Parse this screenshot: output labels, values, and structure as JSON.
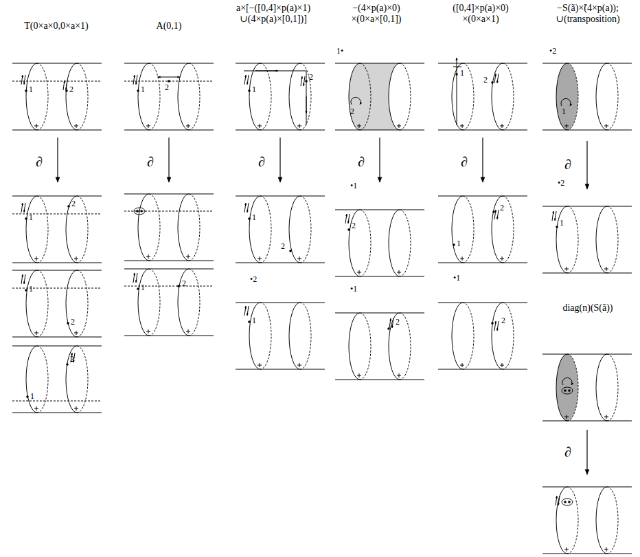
{
  "diagram": {
    "labels": [
      "T(0×a×0,0×a×1)",
      "A(0,1)",
      "a×[−([0,4]×p(a)×1) ∪(4×p(a)×[0,1])]",
      "−(4×p(a)×0) ×(0×a×[0,1])",
      "([0,4]×p(a)×0) ×(0×a×1)",
      "−S(ã)×̃(4×p(a)); ∪(transposition)",
      "∂",
      "1",
      "2",
      "1",
      "2",
      "1",
      "2",
      "2",
      "1",
      "∂",
      "1",
      "2",
      "1",
      "2",
      "∂",
      "1",
      "2",
      "1",
      "2",
      "•2",
      "1",
      "1•",
      "∂",
      "2",
      "•1",
      "2",
      "•1",
      "2",
      "1",
      "2",
      "∂",
      "2",
      "1",
      "•1",
      "2",
      "•2",
      "1",
      "∂",
      "•2",
      "1",
      "diag(n)(S(ã))",
      "∂"
    ]
  }
}
